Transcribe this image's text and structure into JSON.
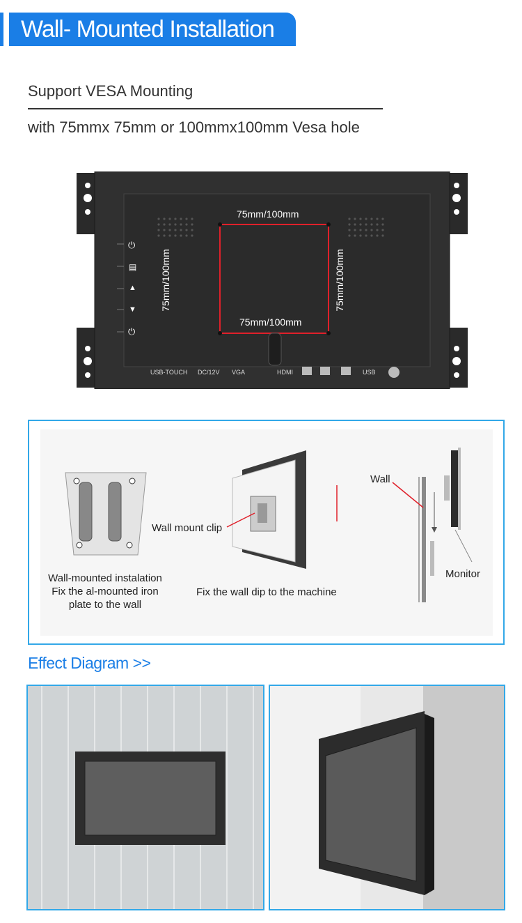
{
  "header": {
    "title": "Wall- Mounted Installation"
  },
  "intro": {
    "line1": "Support VESA Mounting",
    "line2": "with 75mmx 75mm or 100mmx100mm Vesa hole"
  },
  "vesa": {
    "top_label": "75mm/100mm",
    "bottom_label": "75mm/100mm",
    "left_label": "75mm/100mm",
    "right_label": "75mm/100mm",
    "ports": [
      "USB-TOUCH",
      "DC/12V",
      "VGA",
      "HDMI",
      "USB"
    ],
    "buttons": [
      "power-input-icon",
      "menu-icon",
      "up-arrow-icon",
      "down-arrow-icon",
      "power-icon"
    ]
  },
  "installation": {
    "plate_caption": "Wall-mounted instalation\nFix the al-mounted iron\nplate to the wall",
    "clip_label": "Wall mount clip",
    "machine_caption": "Fix the wall dip to the machine",
    "wall_label": "Wall",
    "monitor_label": "Monitor"
  },
  "effect": {
    "title": "Effect Diagram >>"
  },
  "colors": {
    "accent": "#1a7ee6",
    "border": "#32a8e8",
    "vesa_line": "#e0202a"
  }
}
